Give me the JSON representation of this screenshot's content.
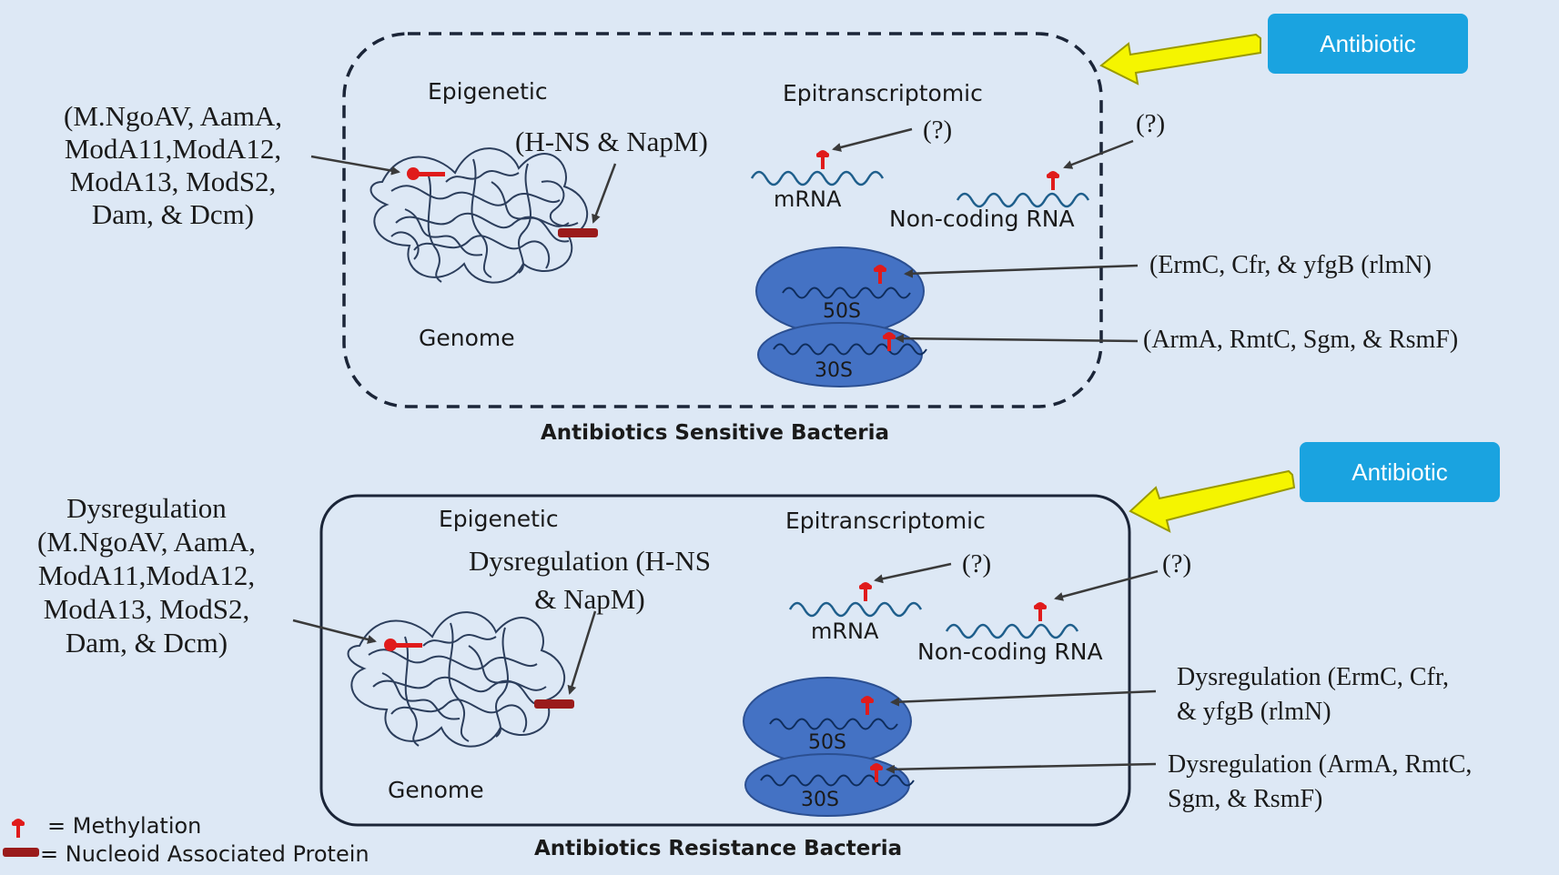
{
  "colors": {
    "background": "#dde8f5",
    "antibiotic_box": "#1aa3e0",
    "arrow_yellow": "#f5f500",
    "ribosome": "#4472c4",
    "methylation_red": "#e01b1b",
    "nap_protein": "#9a1b1b",
    "genome_strand": "#2c3e5c"
  },
  "top_panel": {
    "antibiotic_label": "Antibiotic",
    "epigenetic_label": "Epigenetic",
    "epitranscriptomic_label": "Epitranscriptomic",
    "methylases_label": "(M.NgoAV, AamA,\nModA11,ModA12,\nModA13, ModS2,\nDam, & Dcm)",
    "nap_label": "(H-NS & NapM)",
    "mrna_query": "(?)",
    "ncrna_query": "(?)",
    "mrna_label": "mRNA",
    "ncrna_label": "Non-coding RNA",
    "genome_label": "Genome",
    "subunit_50s": "50S",
    "subunit_30s": "30S",
    "enzymes_50s": "(ErmC, Cfr, & yfgB (rlmN)",
    "enzymes_30s": "(ArmA, RmtC, Sgm, & RsmF)",
    "caption": "Antibiotics Sensitive Bacteria"
  },
  "bottom_panel": {
    "antibiotic_label": "Antibiotic",
    "epigenetic_label": "Epigenetic",
    "epitranscriptomic_label": "Epitranscriptomic",
    "methylases_label": "Dysregulation\n(M.NgoAV, AamA,\nModA11,ModA12,\nModA13, ModS2,\nDam, & Dcm)",
    "nap_label": "Dysregulation (H-NS\n& NapM)",
    "mrna_query": "(?)",
    "ncrna_query": "(?)",
    "mrna_label": "mRNA",
    "ncrna_label": "Non-coding RNA",
    "genome_label": "Genome",
    "subunit_50s": "50S",
    "subunit_30s": "30S",
    "enzymes_50s": "Dysregulation (ErmC, Cfr,\n& yfgB (rlmN)",
    "enzymes_30s": "Dysregulation (ArmA, RmtC,\nSgm, & RsmF)",
    "caption": "Antibiotics Resistance Bacteria"
  },
  "legend": {
    "methylation": "= Methylation",
    "nap": "= Nucleoid Associated Protein"
  }
}
